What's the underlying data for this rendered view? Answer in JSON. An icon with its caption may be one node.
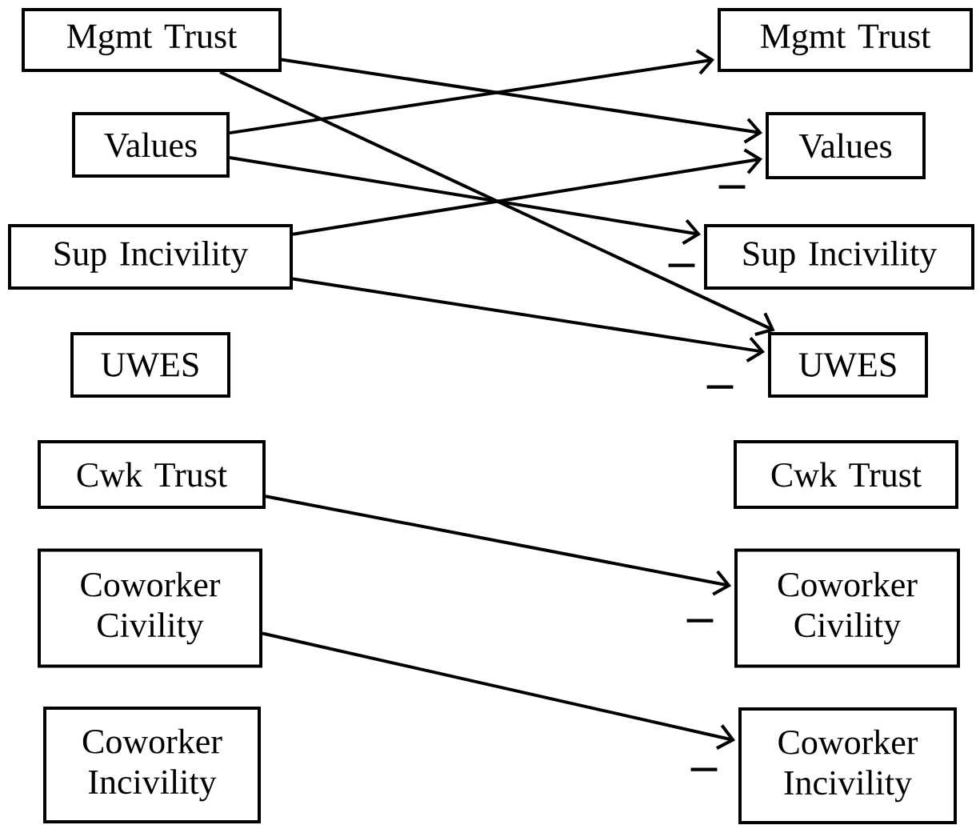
{
  "diagram": {
    "nodes": [
      {
        "text": [
          "Mgmt Trust"
        ]
      },
      {
        "text": [
          "Values"
        ]
      },
      {
        "text": [
          "Sup Incivility"
        ]
      },
      {
        "text": [
          "UWES"
        ]
      },
      {
        "text": [
          "Cwk Trust"
        ]
      },
      {
        "text": [
          "Coworker Civility"
        ]
      },
      {
        "text": [
          "Coworker Incivility"
        ]
      },
      {
        "text": [
          "Mgmt Trust"
        ]
      },
      {
        "text": [
          "Values"
        ]
      },
      {
        "text": [
          "Sup Incivility"
        ]
      },
      {
        "text": [
          "UWES"
        ]
      },
      {
        "text": [
          "Cwk Trust"
        ]
      },
      {
        "text": [
          "Coworker Civility"
        ]
      },
      {
        "text": [
          "Coworker Incivility"
        ]
      }
    ],
    "edges": [
      {
        "from": 0,
        "to": 8,
        "arrow": "to"
      },
      {
        "from": 0,
        "to": 10,
        "arrow": "to"
      },
      {
        "from": 1,
        "to": 7,
        "arrow": "to"
      },
      {
        "from": 1,
        "to": 9,
        "arrow": "to",
        "label": "–"
      },
      {
        "from": 2,
        "to": 8,
        "arrow": "to",
        "label": "–"
      },
      {
        "from": 2,
        "to": 10,
        "arrow": "to",
        "label": "–"
      },
      {
        "from": 4,
        "to": 12,
        "arrow": "to",
        "label": "–"
      },
      {
        "from": 5,
        "to": 13,
        "arrow": "to",
        "label": "–"
      }
    ]
  }
}
